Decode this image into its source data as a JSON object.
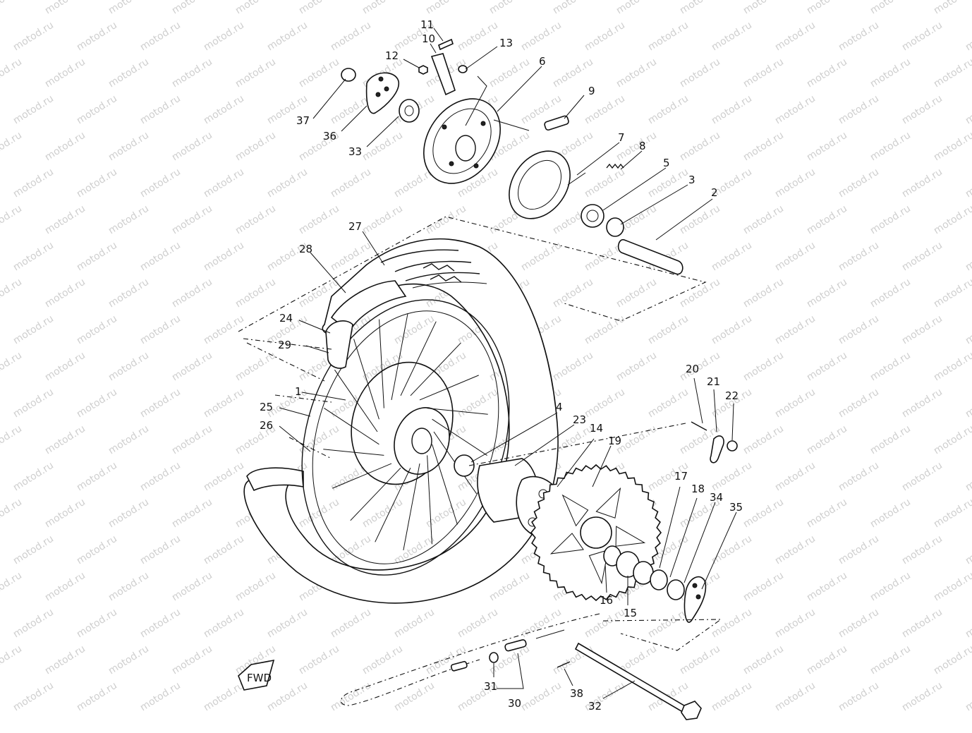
{
  "watermark": "motod.ru",
  "direction_mark": "FWD",
  "callouts": {
    "p1": "1",
    "p2": "2",
    "p3": "3",
    "p4": "4",
    "p5": "5",
    "p6": "6",
    "p7": "7",
    "p8": "8",
    "p9": "9",
    "p10": "10",
    "p11": "11",
    "p12": "12",
    "p13": "13",
    "p14": "14",
    "p15": "15",
    "p16": "16",
    "p17": "17",
    "p18": "18",
    "p19": "19",
    "p20": "20",
    "p21": "21",
    "p22": "22",
    "p23": "23",
    "p24": "24",
    "p25": "25",
    "p26": "26",
    "p27": "27",
    "p28": "28",
    "p29": "29",
    "p30": "30",
    "p31": "31",
    "p32": "32",
    "p33": "33",
    "p34": "34",
    "p35": "35",
    "p36": "36",
    "p37": "37",
    "p38": "38"
  },
  "colors": {
    "ink": "#111111",
    "watermark": "#cfcfcf",
    "paper": "#ffffff"
  }
}
